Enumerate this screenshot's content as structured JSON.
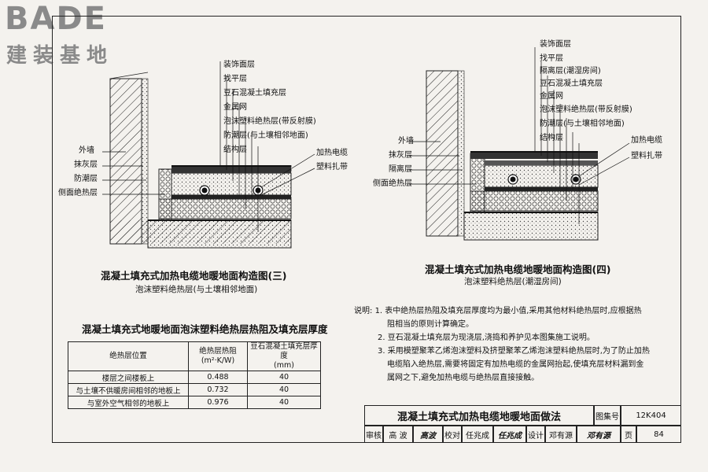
{
  "logo": {
    "brand": "BADE",
    "brand_cn": "建装基地"
  },
  "diagram3": {
    "labels_right": [
      "装饰面层",
      "找平层",
      "豆石混凝土填充层",
      "金属网",
      "泡沫塑料绝热层(带反射膜)",
      "防潮层(与土壤相邻地面)",
      "结构层"
    ],
    "labels_left": [
      "外墙",
      "抹灰层",
      "防潮层",
      "侧面绝热层"
    ],
    "labels_cable": [
      "加热电缆",
      "塑料扎带"
    ],
    "title": "混凝土填充式加热电缆地暖地面构造图(三)",
    "subtitle": "泡沫塑料绝热层(与土壤相邻地面)"
  },
  "diagram4": {
    "labels_right": [
      "装饰面层",
      "找平层",
      "隔离层(潮湿房间)",
      "豆石混凝土填充层",
      "金属网",
      "泡沫塑料绝热层(带反射膜)",
      "防潮层(与土壤相邻地面)",
      "结构层"
    ],
    "labels_left": [
      "外墙",
      "抹灰层",
      "隔离层",
      "侧面绝热层"
    ],
    "labels_cable": [
      "加热电缆",
      "塑料扎带"
    ],
    "title": "混凝土填充式加热电缆地暖地面构造图(四)",
    "subtitle": "泡沫塑料绝热层(潮湿房间)"
  },
  "table": {
    "title": "混凝土填充式地暖地面泡沫塑料绝热层热阻及填充层厚度",
    "header_pos": "绝热层位置",
    "header_r1": "绝热层热阻",
    "header_r2": "(m²·K/W)",
    "header_t1": "豆石混凝土填充层厚度",
    "header_t2": "(mm)",
    "rows": [
      {
        "pos": "楼层之间楼板上",
        "r": "0.488",
        "t": "40"
      },
      {
        "pos": "与土壤不供暖房间相邻的地板上",
        "r": "0.732",
        "t": "40"
      },
      {
        "pos": "与室外空气相邻的地板上",
        "r": "0.976",
        "t": "40"
      }
    ]
  },
  "notes": {
    "prefix": "说明:",
    "n1a": "1. 表中绝热层热阻及填充层厚度均为最小值,采用其他材料绝热层时,应根据热",
    "n1b": "阻相当的原则计算确定。",
    "n2": "2. 豆石混凝土填充层为现浇层,浇捣和养护见本图集施工说明。",
    "n3a": "3. 采用模塑聚苯乙烯泡沫塑料及挤塑聚苯乙烯泡沫塑料绝热层时,为了防止加热",
    "n3b": "电缆陷入绝热层,需要将固定有加热电缆的金属网抬起,使填充层材料漏到金",
    "n3c": "属网之下,避免加热电缆与绝热层直接接触。"
  },
  "title_block": {
    "title": "混凝土填充式加热电缆地暖地面做法",
    "atlas_label": "图集号",
    "atlas_no": "12K404",
    "review_label": "审核",
    "review_name": "高 波",
    "review_sig": "高波",
    "check_label": "校对",
    "check_name": "任兆成",
    "check_sig": "任兆成",
    "design_label": "设计",
    "design_name": "邓有源",
    "design_sig": "邓有源",
    "page_label": "页",
    "page_no": "84"
  }
}
